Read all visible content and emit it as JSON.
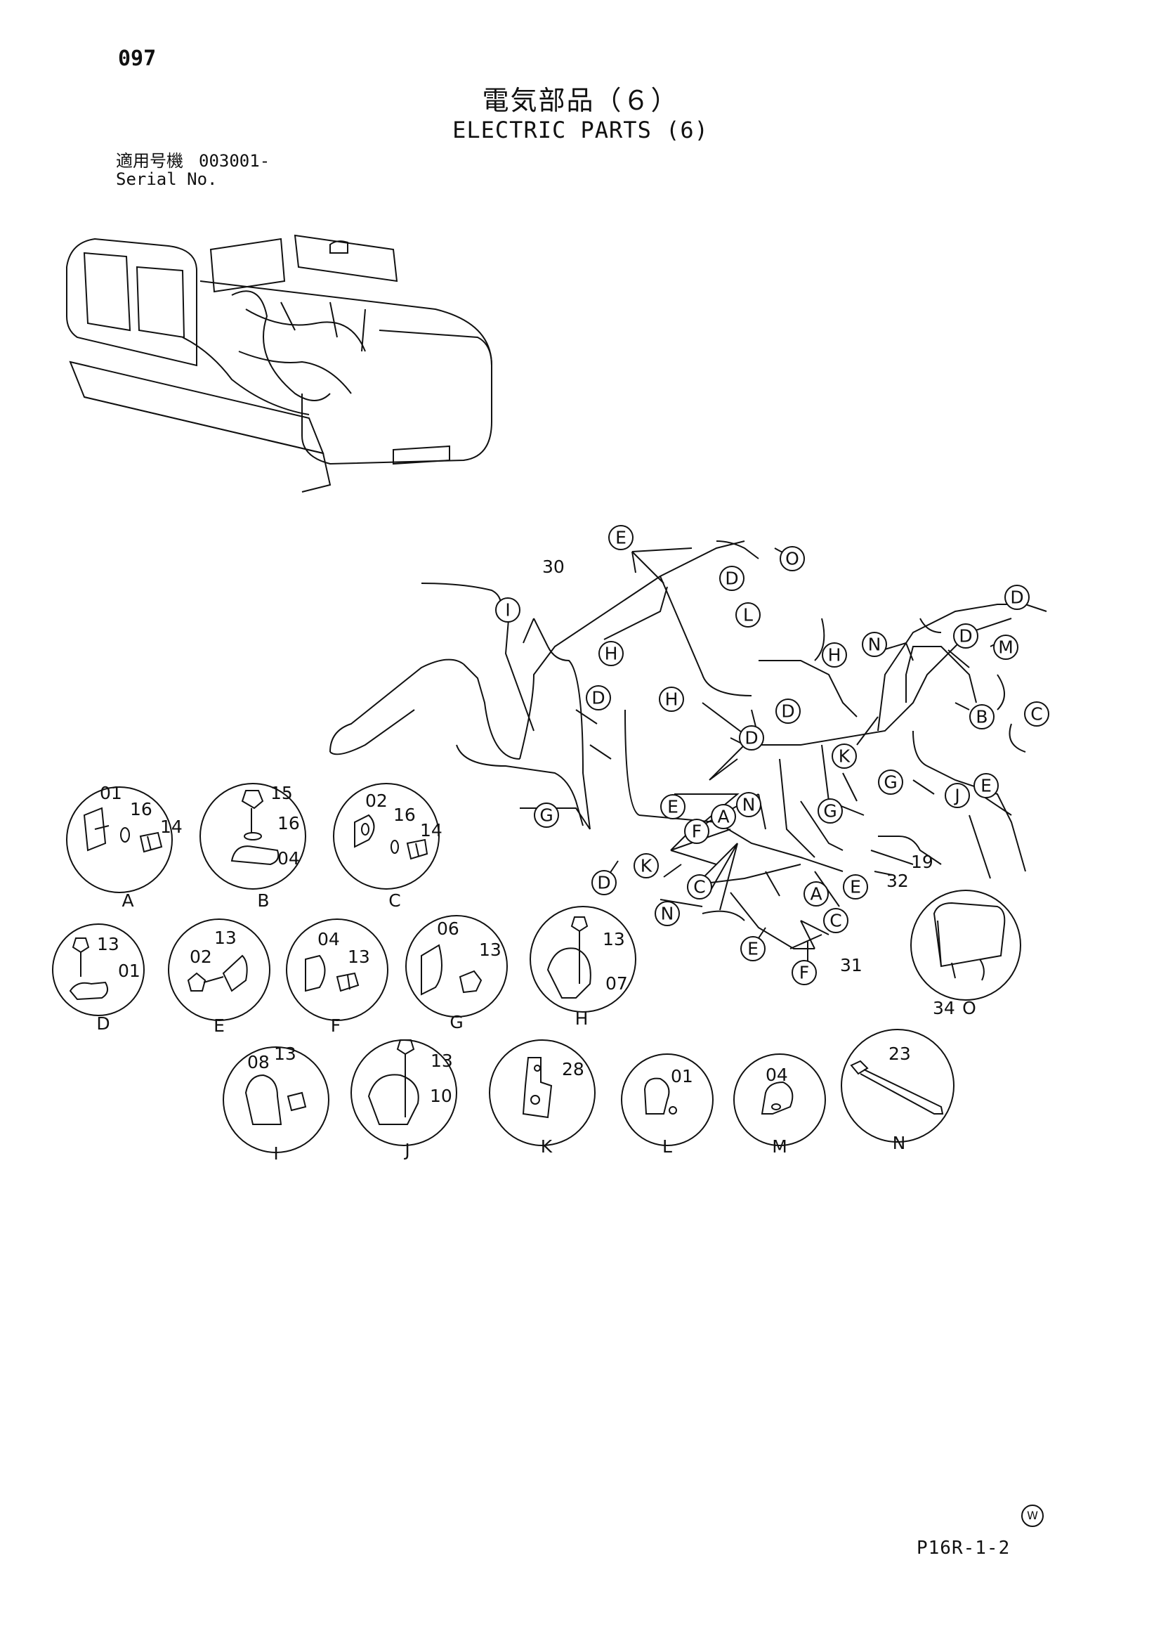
{
  "page_number": "097",
  "title_jp": "電気部品（６）",
  "title_en": "ELECTRIC PARTS (6)",
  "serial": {
    "label_jp": "適用号機",
    "value": "003001-",
    "label_en": "Serial No."
  },
  "main_part_labels": [
    "30",
    "19",
    "32",
    "31"
  ],
  "callouts": {
    "top_E": "E",
    "top_O": "O",
    "top_D": "D",
    "left_I": "I",
    "H1": "H",
    "L1": "L",
    "H2": "H",
    "N1": "N",
    "D2": "D",
    "M1": "M",
    "D3": "D",
    "D4": "D",
    "H3": "H",
    "D5": "D",
    "D6": "D",
    "B1": "B",
    "C1": "C",
    "K1": "K",
    "G1": "G",
    "G2": "G",
    "J1": "J",
    "E2": "E",
    "G3": "G",
    "E3": "E",
    "N2": "N",
    "A1": "A",
    "F1": "F",
    "K2": "K",
    "D7": "D",
    "C2": "C",
    "E4": "E",
    "A2": "A",
    "N3": "N",
    "C3": "C",
    "E5": "E",
    "F2": "F"
  },
  "details": {
    "A": {
      "label": "A",
      "parts": [
        "01",
        "16",
        "14"
      ]
    },
    "B": {
      "label": "B",
      "parts": [
        "15",
        "16",
        "04"
      ]
    },
    "C": {
      "label": "C",
      "parts": [
        "02",
        "16",
        "14"
      ]
    },
    "D": {
      "label": "D",
      "parts": [
        "13",
        "01"
      ]
    },
    "E": {
      "label": "E",
      "parts": [
        "02",
        "13"
      ]
    },
    "F": {
      "label": "F",
      "parts": [
        "04",
        "13"
      ]
    },
    "G": {
      "label": "G",
      "parts": [
        "06",
        "13"
      ]
    },
    "H": {
      "label": "H",
      "parts": [
        "13",
        "07"
      ]
    },
    "O": {
      "label": "O",
      "parts": [
        "34"
      ]
    },
    "I": {
      "label": "I",
      "parts": [
        "08",
        "13"
      ]
    },
    "J": {
      "label": "J",
      "parts": [
        "13",
        "10"
      ]
    },
    "K": {
      "label": "K",
      "parts": [
        "28"
      ]
    },
    "L": {
      "label": "L",
      "parts": [
        "01"
      ]
    },
    "M": {
      "label": "M",
      "parts": [
        "04"
      ]
    },
    "N": {
      "label": "N",
      "parts": [
        "23"
      ]
    }
  },
  "footer": {
    "code": "P16R-1-2",
    "mark": "W"
  }
}
